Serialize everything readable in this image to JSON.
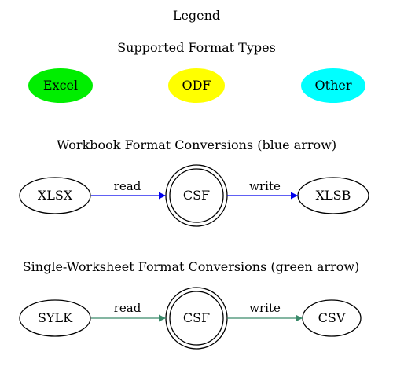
{
  "legend": {
    "title": "Legend",
    "formats_heading": "Supported Format Types",
    "format_types": [
      {
        "label": "Excel",
        "color": "#00ee00"
      },
      {
        "label": "ODF",
        "color": "#ffff00"
      },
      {
        "label": "Other",
        "color": "#00ffff"
      }
    ]
  },
  "workbook": {
    "heading": "Workbook Format Conversions (blue arrow)",
    "arrow_color": "#0000ee",
    "source": "XLSX",
    "center": "CSF",
    "target": "XLSB",
    "read_label": "read",
    "write_label": "write"
  },
  "worksheet": {
    "heading": "Single-Worksheet Format Conversions (green arrow)",
    "arrow_color": "#3a8a6a",
    "source": "SYLK",
    "center": "CSF",
    "target": "CSV",
    "read_label": "read",
    "write_label": "write"
  }
}
